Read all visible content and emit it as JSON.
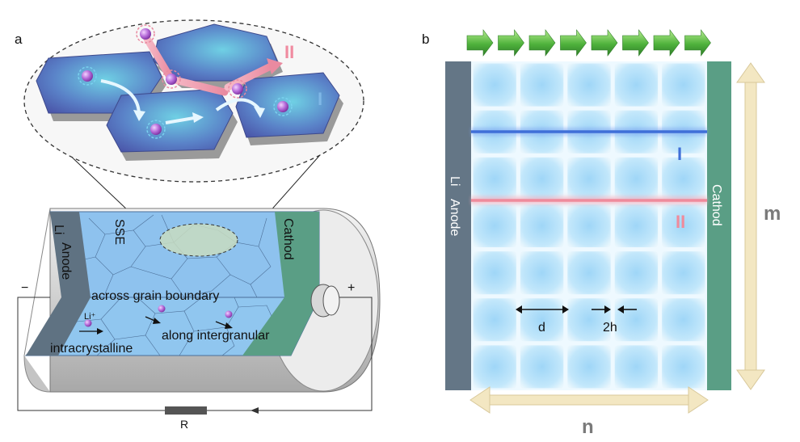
{
  "panel_a": {
    "label": "a",
    "phase_labels": {
      "two": "II",
      "one": "I"
    },
    "cell": {
      "li": "Li",
      "anode": "Anode",
      "sse": "SSE",
      "cathode": "Cathod",
      "li_ion": "Li⁺",
      "path_across": "across grain boundary",
      "path_intra": "intracrystalline",
      "path_along": "along intergranular",
      "minus": "−",
      "plus": "+",
      "resistor": "R"
    },
    "colors": {
      "electrolyte": "#8ec2ee",
      "anode": "#5f7282",
      "cathode": "#5a9e85",
      "grain": "#4d5fb0",
      "ion": "#b266d6"
    }
  },
  "panel_b": {
    "label": "b",
    "li": "Li",
    "anode": "Anode",
    "cathode": "Cathod",
    "line_one": "I",
    "line_two": "II",
    "dim_d": "d",
    "dim_2h": "2h",
    "axis_m": "m",
    "axis_n": "n",
    "grid_cols": 5,
    "grid_rows": 7,
    "flow_arrows": 8,
    "colors": {
      "cell_fill": "#a9dcf8",
      "line_one": "#3f6fd8",
      "line_two": "#ef8b9c",
      "arrow": "#58c04a",
      "dimension_arrow": "#f3e7c2"
    }
  }
}
